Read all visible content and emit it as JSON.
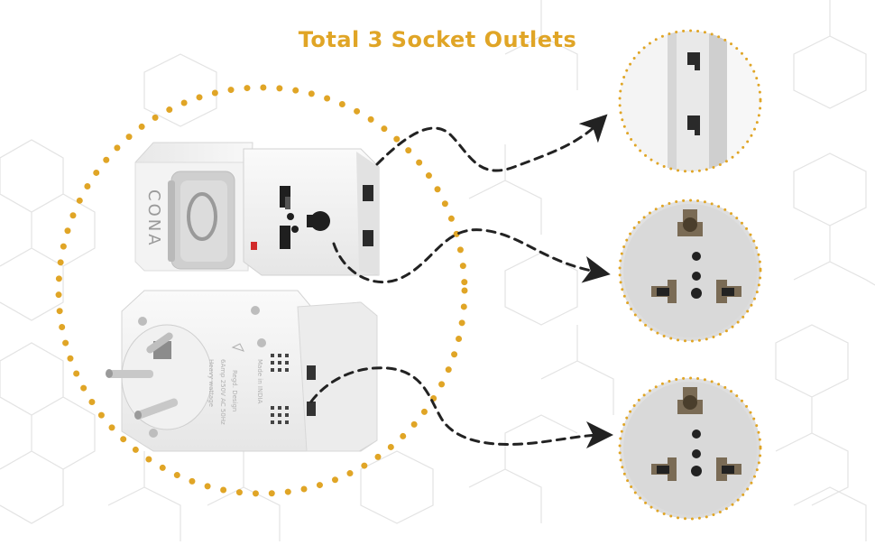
{
  "title": "Total 3 Socket Outlets",
  "brand": "CONA",
  "plug_text": {
    "line1": "Heavy wattage",
    "line2": "6Amp 250V AC 50Hz",
    "line3": "Regd. Design",
    "line4": "Made in INDIA"
  },
  "colors": {
    "accent": "#E0A526",
    "arrow": "#222222",
    "background_pattern": "#E4E4E4",
    "device_body": "#F4F4F4",
    "zoom_fill": "#E9E9E9"
  },
  "icons": {
    "gauge-icon": "indicator",
    "socket": "universal-socket"
  }
}
